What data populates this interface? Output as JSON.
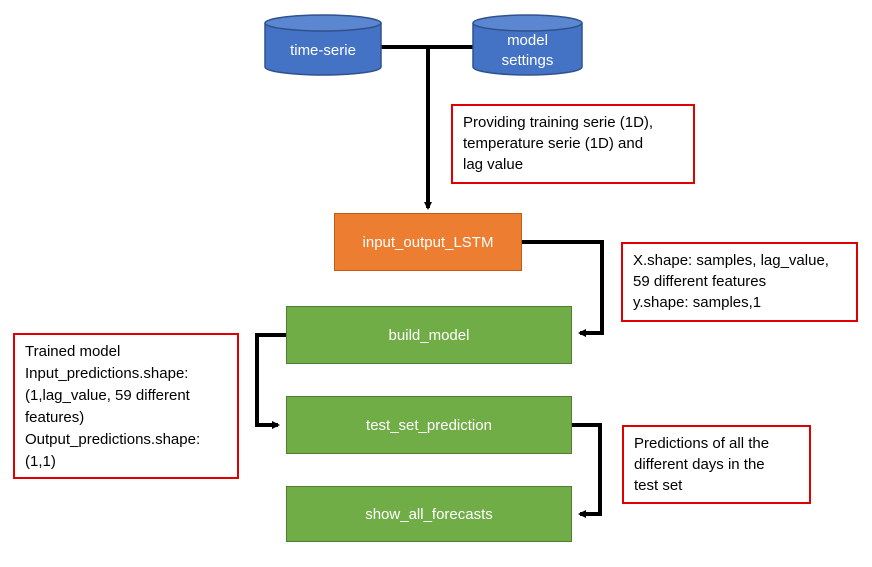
{
  "datastores": {
    "time_serie": {
      "label": "time-serie"
    },
    "model_settings": {
      "line1": "model",
      "line2": "settings"
    }
  },
  "processes": {
    "input_output": "input_output_LSTM",
    "build_model": "build_model",
    "test_set_prediction": "test_set_prediction",
    "show_all_forecasts": "show_all_forecasts"
  },
  "notes": {
    "providing": [
      "Providing training serie (1D),",
      "temperature serie (1D) and",
      "lag value"
    ],
    "shapes": [
      "X.shape: samples, lag_value,",
      "59 different features",
      "y.shape: samples,1"
    ],
    "trained": [
      "Trained model",
      "Input_predictions.shape:",
      "(1,lag_value, 59 different",
      "features)",
      "Output_predictions.shape:",
      "(1,1)"
    ],
    "predictions": [
      "Predictions of all the",
      "different days in the",
      "test set"
    ]
  },
  "colors": {
    "datastore_fill": "#4472C4",
    "process_orange": "#ED7D31",
    "process_green": "#70AD47",
    "note_border": "#E10000",
    "connector": "#000000"
  }
}
